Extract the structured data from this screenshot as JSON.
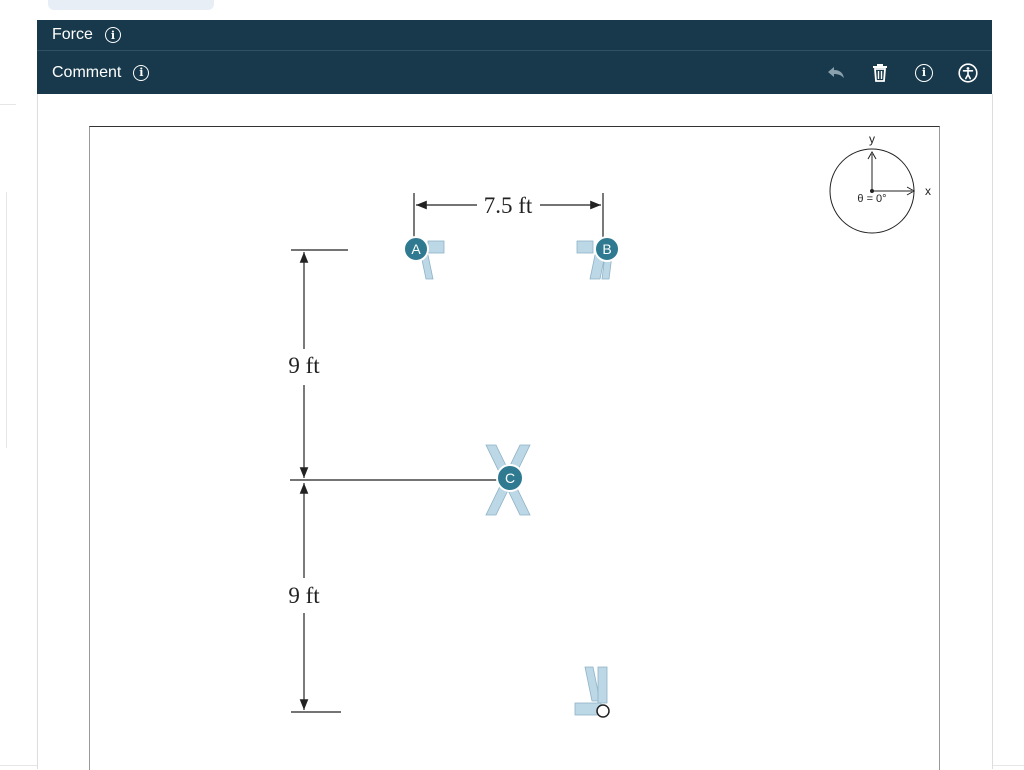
{
  "toolbar": {
    "force_label": "Force",
    "comment_label": "Comment"
  },
  "diagram": {
    "dim_top": "7.5 ft",
    "dim_upper": "9 ft",
    "dim_lower": "9 ft",
    "point_a": "A",
    "point_b": "B",
    "point_c": "C"
  },
  "compass": {
    "y_label": "y",
    "x_label": "x",
    "angle_label": "θ = 0°"
  },
  "colors": {
    "toolbar_bg": "#17394b",
    "member_fill": "#bcd7e6",
    "marker": "#2f7a91"
  }
}
